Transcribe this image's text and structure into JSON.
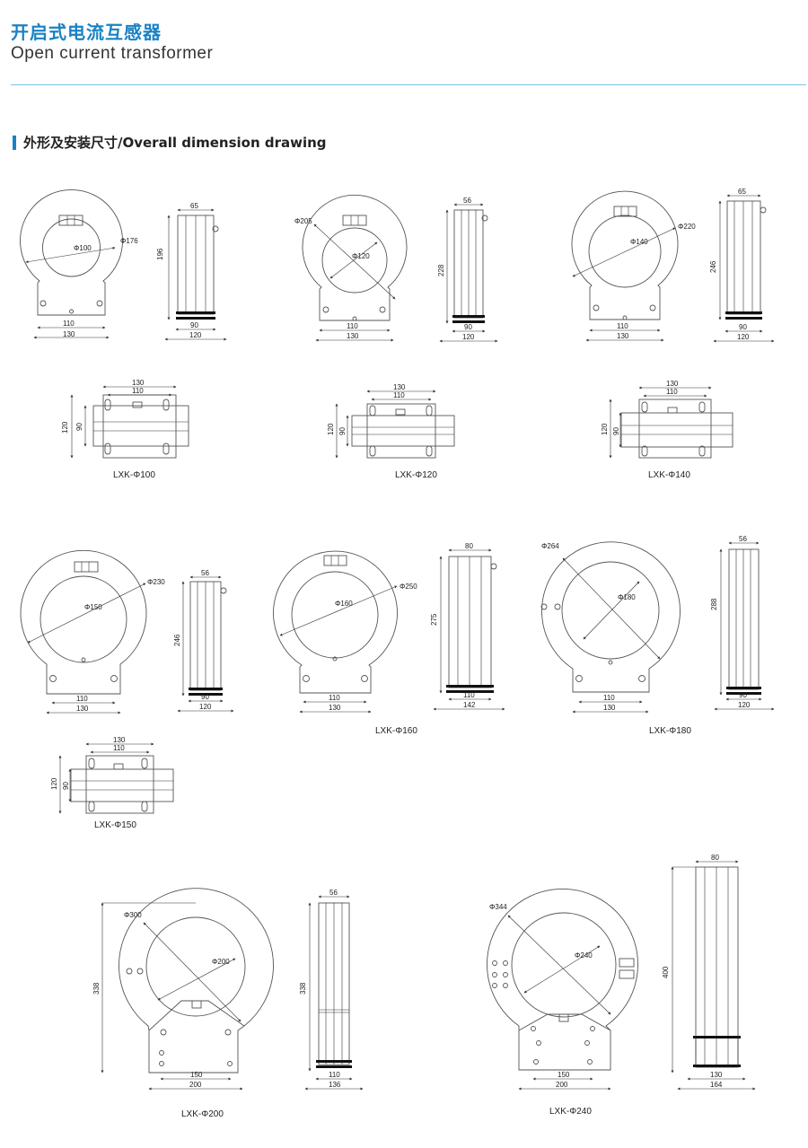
{
  "header": {
    "title_cn": "开启式电流互感器",
    "title_en": "Open current transformer"
  },
  "section": {
    "title": "外形及安装尺寸/Overall dimension drawing"
  },
  "models": [
    {
      "caption": "LXK-Φ100",
      "phi_inner": "Φ100",
      "phi_outer": "Φ176",
      "side_width": "65",
      "side_height": "196",
      "base_inner": "110",
      "base_outer": "130",
      "side_base_inner": "90",
      "side_base_outer": "120",
      "top_outer": "130",
      "top_inner": "110",
      "top_h_outer": "120",
      "top_h_inner": "90"
    },
    {
      "caption": "LXK-Φ120",
      "phi_inner": "Φ120",
      "phi_outer": "Φ205",
      "side_width": "56",
      "side_height": "228",
      "base_inner": "110",
      "base_outer": "130",
      "side_base_inner": "90",
      "side_base_outer": "120",
      "top_outer": "130",
      "top_inner": "110",
      "top_h_outer": "120",
      "top_h_inner": "90"
    },
    {
      "caption": "LXK-Φ140",
      "phi_inner": "Φ140",
      "phi_outer": "Φ220",
      "side_width": "65",
      "side_height": "246",
      "base_inner": "110",
      "base_outer": "130",
      "side_base_inner": "90",
      "side_base_outer": "120",
      "top_outer": "130",
      "top_inner": "110",
      "top_h_outer": "120",
      "top_h_inner": "90"
    },
    {
      "caption": "LXK-Φ150",
      "phi_inner": "Φ150",
      "phi_outer": "Φ230",
      "side_width": "56",
      "side_height": "246",
      "base_inner": "110",
      "base_outer": "130",
      "side_base_inner": "90",
      "side_base_outer": "120",
      "top_outer": "130",
      "top_inner": "110",
      "top_h_outer": "120",
      "top_h_inner": "90"
    },
    {
      "caption": "LXK-Φ160",
      "phi_inner": "Φ160",
      "phi_outer": "Φ250",
      "side_width": "80",
      "side_height": "275",
      "base_inner": "110",
      "base_outer": "130",
      "side_base_inner": "110",
      "side_base_outer": "142"
    },
    {
      "caption": "LXK-Φ180",
      "phi_inner": "Φ180",
      "phi_outer": "Φ264",
      "side_width": "56",
      "side_height": "288",
      "base_inner": "110",
      "base_outer": "130",
      "side_base_inner": "90",
      "side_base_outer": "120"
    },
    {
      "caption": "LXK-Φ200",
      "phi_inner": "Φ200",
      "phi_outer": "Φ300",
      "side_width": "56",
      "side_height": "338",
      "front_height": "338",
      "base_inner": "150",
      "base_outer": "200",
      "side_base_inner": "110",
      "side_base_outer": "136"
    },
    {
      "caption": "LXK-Φ240",
      "phi_inner": "Φ240",
      "phi_outer": "Φ344",
      "side_width": "80",
      "side_height": "400",
      "base_inner": "150",
      "base_outer": "200",
      "side_base_inner": "130",
      "side_base_outer": "164"
    }
  ]
}
